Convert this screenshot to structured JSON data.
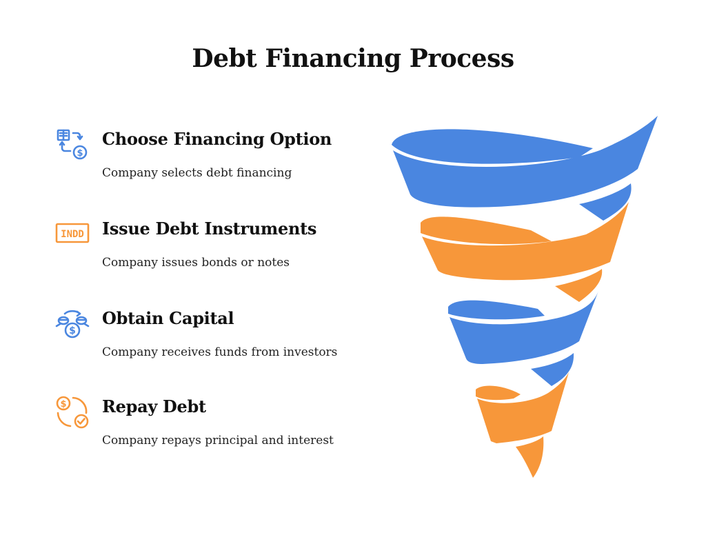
{
  "title": "Debt Financing Process",
  "colors": {
    "blue": "#4A86E0",
    "orange": "#F7973A"
  },
  "steps": [
    {
      "icon": "exchange-money-icon",
      "color": "#4A86E0",
      "title": "Choose Financing Option",
      "description": "Company selects debt financing"
    },
    {
      "icon": "indd-document-icon",
      "color": "#F7973A",
      "title": "Issue Debt Instruments",
      "description": "Company issues bonds or notes"
    },
    {
      "icon": "coins-transfer-icon",
      "color": "#4A86E0",
      "title": "Obtain Capital",
      "description": "Company receives funds from investors"
    },
    {
      "icon": "repay-check-icon",
      "color": "#F7973A",
      "title": "Repay Debt",
      "description": "Company repays principal and interest"
    }
  ],
  "icon_text": {
    "indd": "INDD",
    "dollar": "$"
  }
}
